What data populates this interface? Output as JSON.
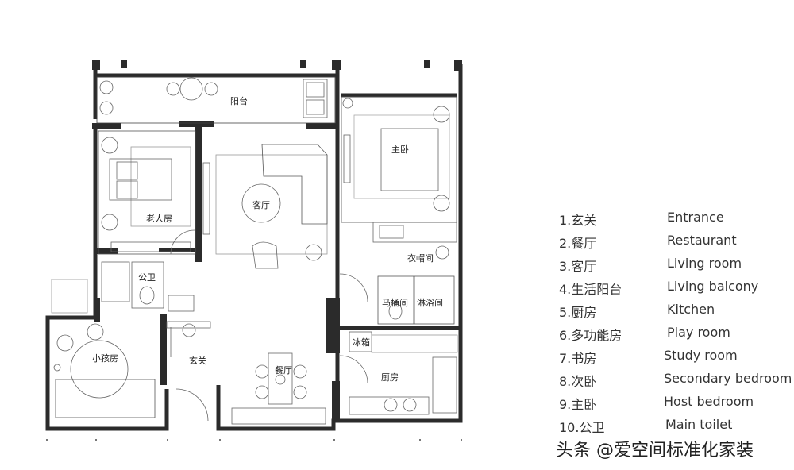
{
  "rooms": {
    "balcony": "阳台",
    "elder_room": "老人房",
    "living": "客厅",
    "master": "主卧",
    "closet": "衣帽间",
    "public_wc": "公卫",
    "toilet": "马桶间",
    "shower": "淋浴间",
    "fridge": "冰箱",
    "kids_room": "小孩房",
    "entrance": "玄关",
    "dining": "餐厅",
    "kitchen": "厨房"
  },
  "legend": [
    {
      "zh": "1.玄关",
      "en": "Entrance"
    },
    {
      "zh": "2.餐厅",
      "en": "Restaurant"
    },
    {
      "zh": "3.客厅",
      "en": "Living room"
    },
    {
      "zh": "4.生活阳台",
      "en": "Living balcony"
    },
    {
      "zh": "5.厨房",
      "en": "Kitchen"
    },
    {
      "zh": "6.多功能房",
      "en": "Play room"
    },
    {
      "zh": "7.书房",
      "en": "Study room"
    },
    {
      "zh": "8.次卧",
      "en": "Secondary bedroom"
    },
    {
      "zh": "9.主卧",
      "en": "Host bedroom"
    },
    {
      "zh": "10.公卫",
      "en": "Main toilet"
    }
  ],
  "watermark": "头条 @爱空间标准化家装",
  "colors": {
    "wall": "#2b2b2b",
    "line": "#555555",
    "text": "#222222"
  }
}
